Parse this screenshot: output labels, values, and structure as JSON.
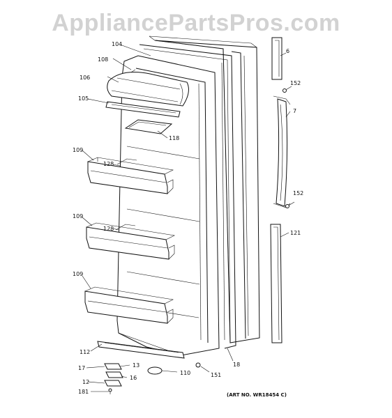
{
  "watermark": {
    "text": "AppliancePartsPros.com"
  },
  "callouts": {
    "c6": "6",
    "c7": "7",
    "c12": "12",
    "c13": "13",
    "c16": "16",
    "c17": "17",
    "c18": "18",
    "c104": "104",
    "c105": "105",
    "c106": "106",
    "c108": "108",
    "c109a": "109",
    "c109b": "109",
    "c109c": "109",
    "c110": "110",
    "c112": "112",
    "c118": "118",
    "c121": "121",
    "c128a": "128",
    "c128b": "128",
    "c151": "151",
    "c152a": "152",
    "c152b": "152",
    "c181": "181"
  },
  "art_number": "(ART NO. WR18454 C)",
  "colors": {
    "line": "#111111",
    "watermark": "#d2d2d2",
    "background": "#ffffff"
  }
}
